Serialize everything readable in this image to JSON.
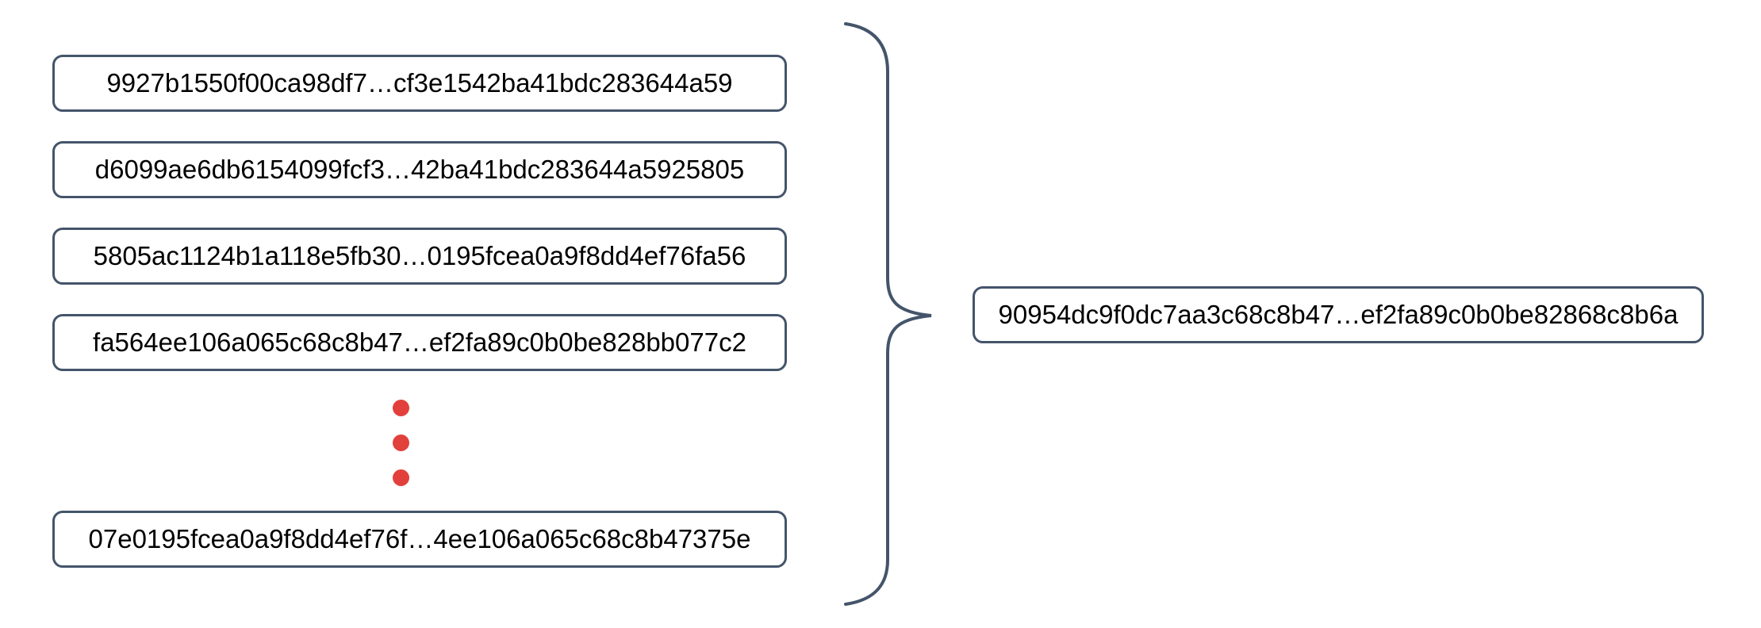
{
  "colors": {
    "outline": "#44546a",
    "dot": "#e2403c",
    "text": "#000000",
    "background": "#ffffff"
  },
  "left_boxes": [
    {
      "text": "9927b1550f00ca98df7…cf3e1542ba41bdc283644a59"
    },
    {
      "text": "d6099ae6db6154099fcf3…42ba41bdc283644a5925805"
    },
    {
      "text": "5805ac1124b1a118e5fb30…0195fcea0a9f8dd4ef76fa56"
    },
    {
      "text": "fa564ee106a065c68c8b47…ef2fa89c0b0be828bb077c2"
    },
    {
      "text": "07e0195fcea0a9f8dd4ef76f…4ee106a065c68c8b47375e"
    }
  ],
  "ellipsis": {
    "dot_count": 3
  },
  "result_box": {
    "text": "90954dc9f0dc7aa3c68c8b47…ef2fa89c0b0be82868c8b6a"
  }
}
